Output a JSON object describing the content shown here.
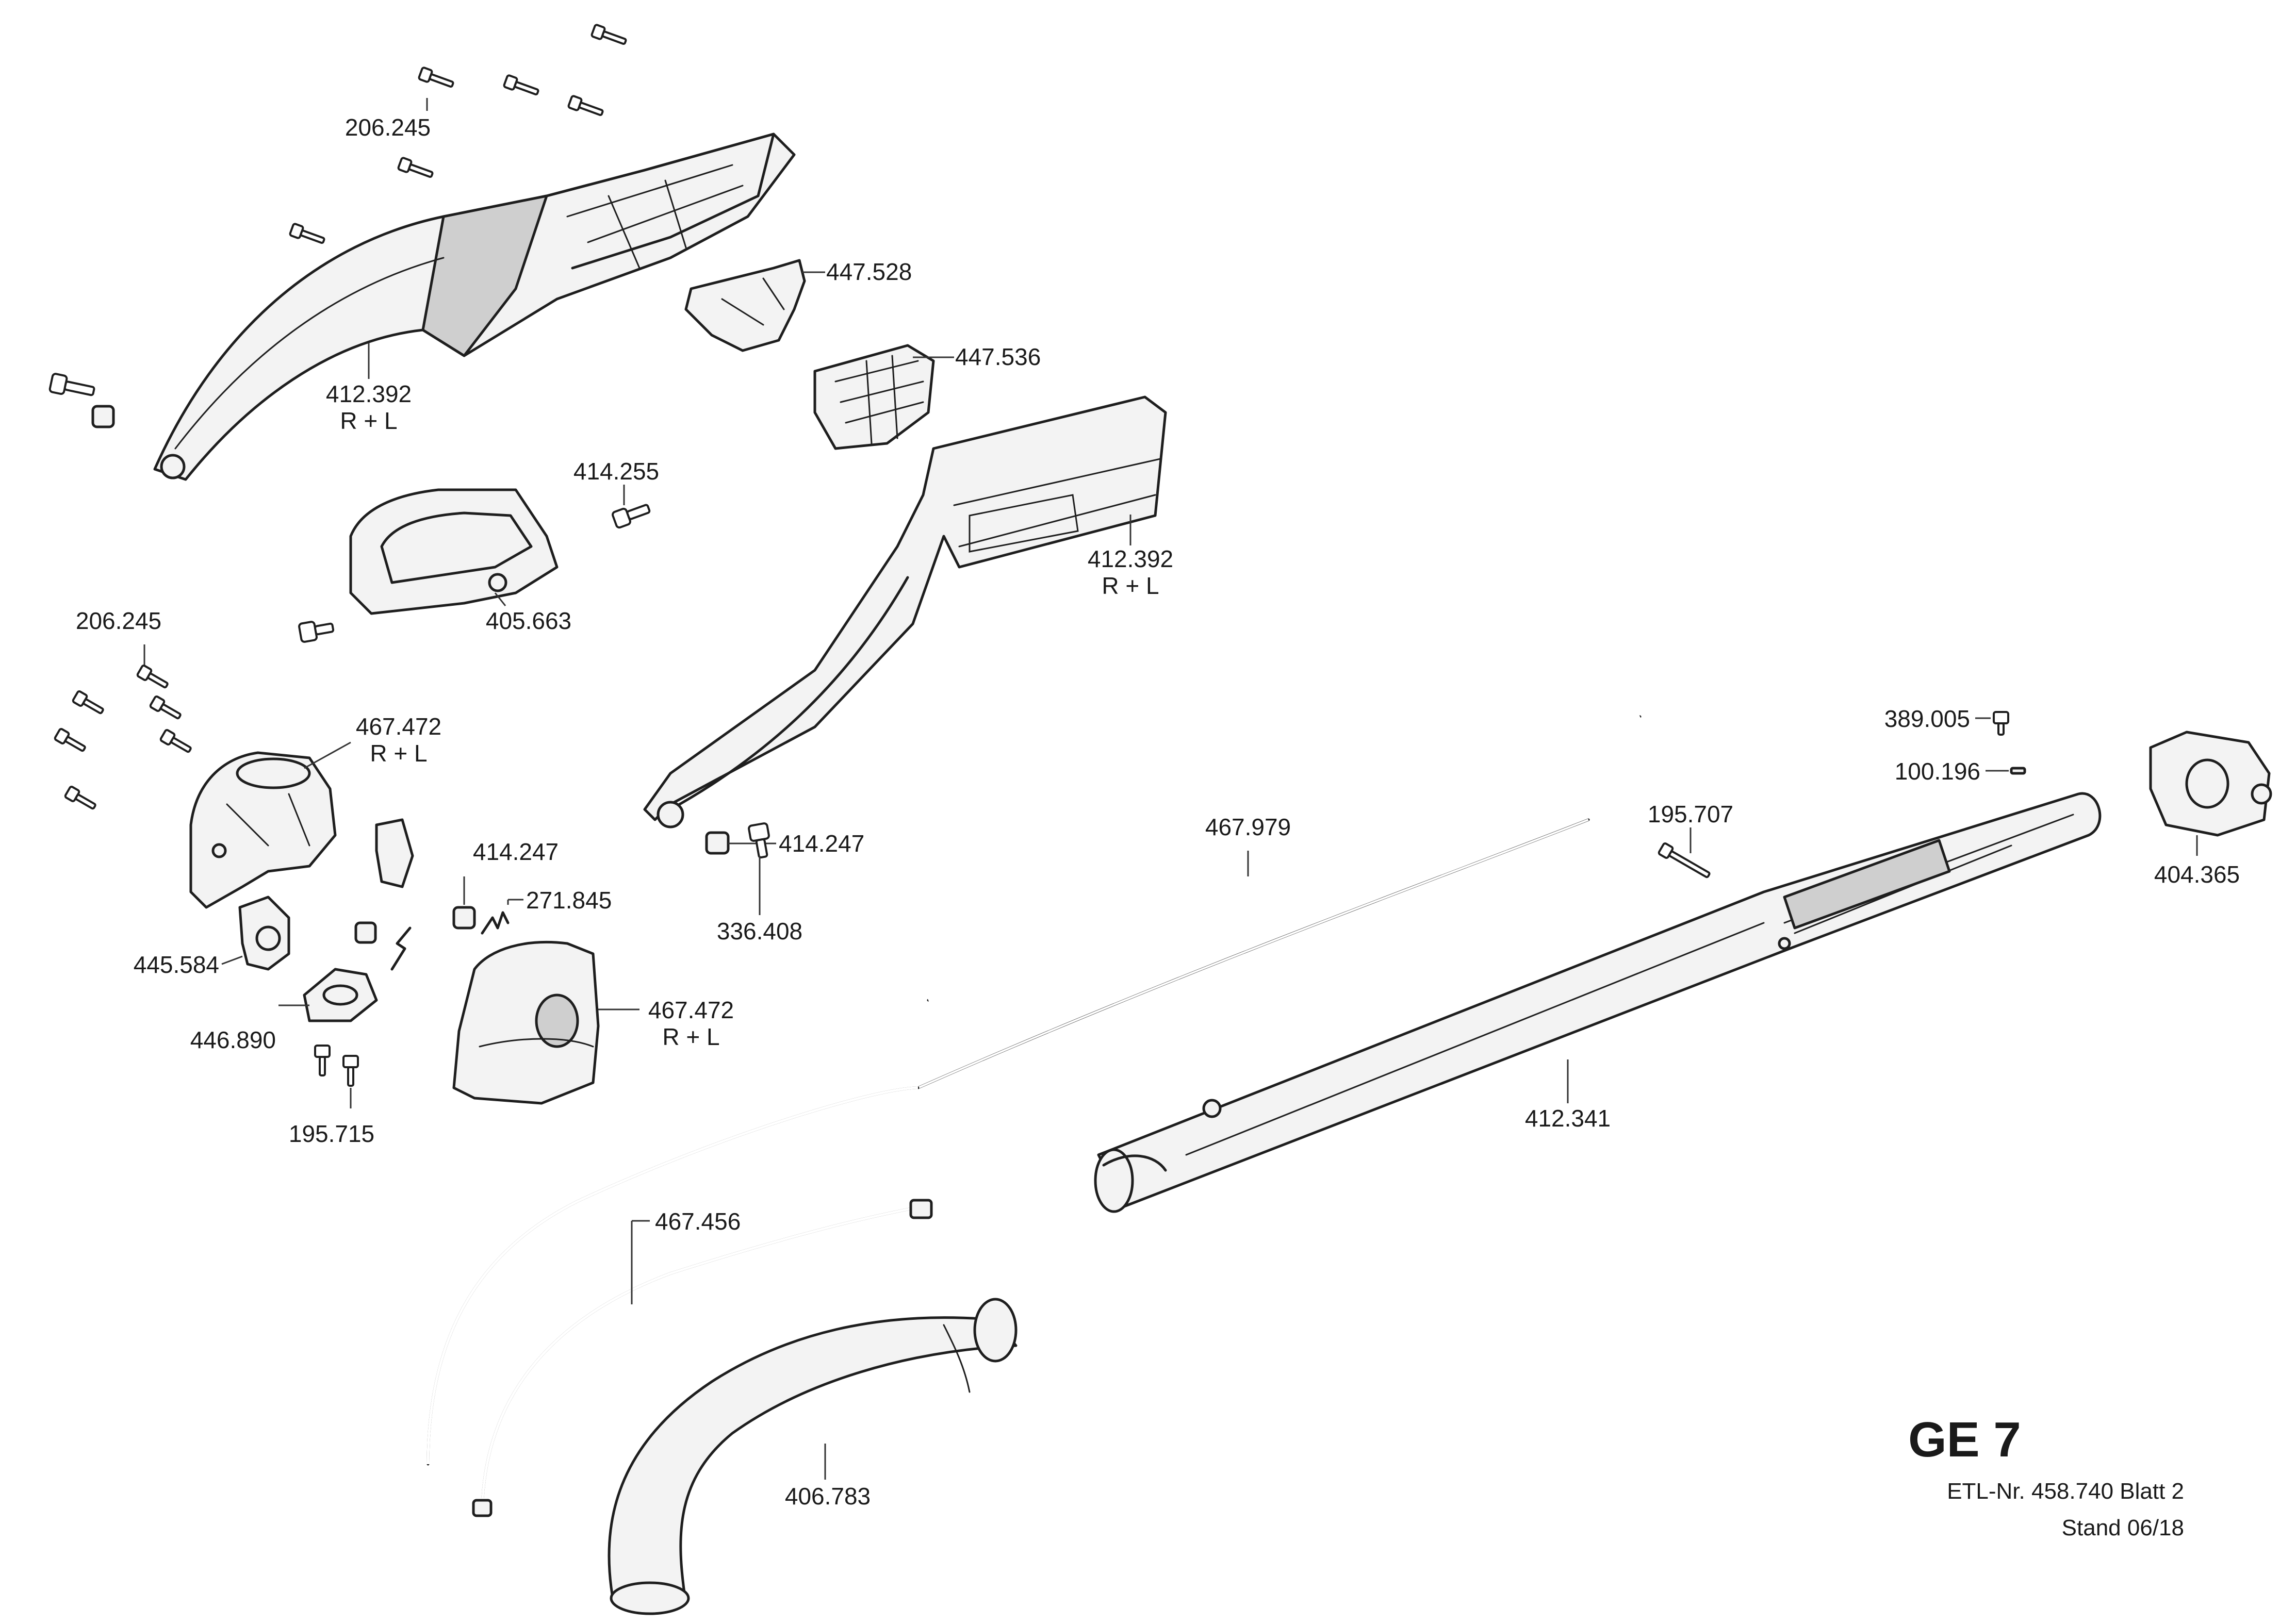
{
  "diagram": {
    "title": "GE 7",
    "etl_number": "ETL-Nr. 458.740  Blatt 2",
    "stand": "Stand  06/18"
  },
  "part_labels": {
    "p206_245_top": "206.245",
    "p412_392_left_code": "412.392",
    "p412_392_left_side": "R + L",
    "p447_528": "447.528",
    "p447_536": "447.536",
    "p414_255": "414.255",
    "p405_663": "405.663",
    "p412_392_right_code": "412.392",
    "p412_392_right_side": "R + L",
    "p206_245_mid": "206.245",
    "p467_472_upper_code": "467.472",
    "p467_472_upper_side": "R + L",
    "p414_247_right": "414.247",
    "p336_408": "336.408",
    "p414_247_left": "414.247",
    "p271_845": "271.845",
    "p445_584": "445.584",
    "p446_890": "446.890",
    "p467_472_lower_code": "467.472",
    "p467_472_lower_side": "R + L",
    "p195_715": "195.715",
    "p467_979": "467.979",
    "p389_005": "389.005",
    "p100_196": "100.196",
    "p195_707": "195.707",
    "p404_365": "404.365",
    "p412_341": "412.341",
    "p467_456": "467.456",
    "p406_783": "406.783"
  }
}
